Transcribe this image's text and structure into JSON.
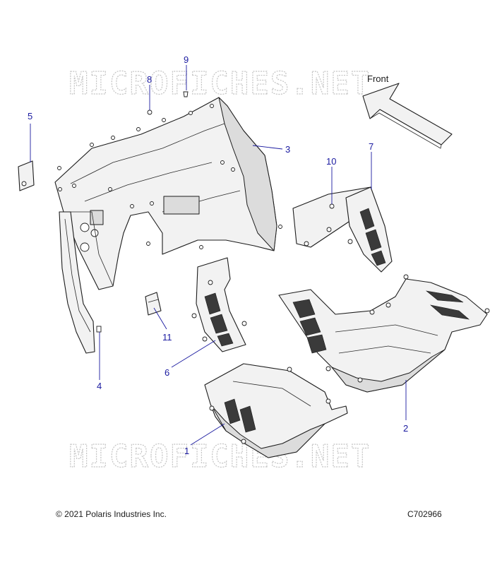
{
  "watermark": {
    "text": "MICROFICHES.NET"
  },
  "direction_arrow": {
    "label": "Front"
  },
  "callouts": [
    {
      "id": "1",
      "label": "1"
    },
    {
      "id": "2",
      "label": "2"
    },
    {
      "id": "3",
      "label": "3"
    },
    {
      "id": "4",
      "label": "4"
    },
    {
      "id": "5",
      "label": "5"
    },
    {
      "id": "6",
      "label": "6"
    },
    {
      "id": "7",
      "label": "7"
    },
    {
      "id": "8",
      "label": "8"
    },
    {
      "id": "9",
      "label": "9"
    },
    {
      "id": "10",
      "label": "10"
    },
    {
      "id": "11",
      "label": "11"
    }
  ],
  "footer": {
    "copyright": "© 2021 Polaris Industries Inc.",
    "diagram_code": "C702966"
  },
  "colors": {
    "callout": "#1a1aa0",
    "line": "#1c1c1c",
    "part_fill": "#f2f2f2",
    "watermark": "#c4c4c4"
  }
}
